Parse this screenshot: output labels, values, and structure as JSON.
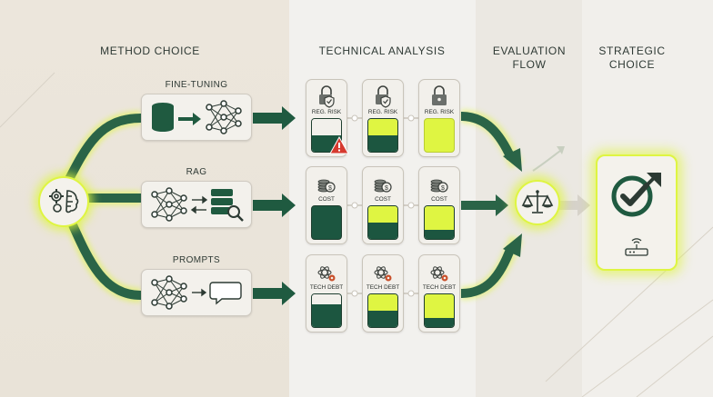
{
  "columns": {
    "method_choice": "METHOD CHOICE",
    "technical_analysis": "TECHNICAL ANALYSIS",
    "evaluation_flow_line1": "EVALUATION",
    "evaluation_flow_line2": "FLOW",
    "strategic_choice_line1": "STRATEGIC",
    "strategic_choice_line2": "CHOICE"
  },
  "methods": [
    {
      "label": "FINE-TUNING"
    },
    {
      "label": "RAG"
    },
    {
      "label": "PROMPTS"
    }
  ],
  "metric_rows": [
    {
      "metric": "REG. RISK",
      "icon": "lock-shield-icon",
      "levels": [
        "high",
        "medium",
        "low"
      ],
      "warning_on_first": true
    },
    {
      "metric": "COST",
      "icon": "coins-icon",
      "levels": [
        "high",
        "medium",
        "low"
      ]
    },
    {
      "metric": "TECH DEBT",
      "icon": "gears-network-icon",
      "levels": [
        "high",
        "medium",
        "low"
      ]
    }
  ],
  "colors": {
    "accent": "#dff542",
    "dark_green": "#1c5640",
    "arrow_green": "#2a6447",
    "background": "#efece6"
  }
}
